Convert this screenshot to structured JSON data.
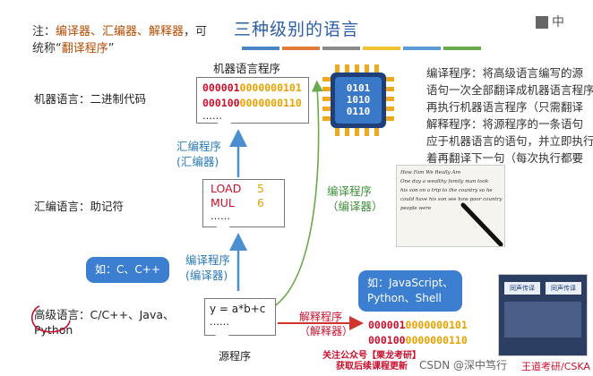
{
  "note": {
    "prefix": "注：",
    "terms": "编译器、汇编器、解释器",
    "suffix": "，可统称“",
    "umbrella": "翻译程序",
    "close": "”"
  },
  "title": "三种级别的语言",
  "accent_bars": [
    "#4a86c5",
    "#e07b39",
    "#8a8a8a",
    "#f2c230",
    "#5a9bd5",
    "#6aaa4b"
  ],
  "logo_text": "中",
  "levels": {
    "machine": "机器语言：二进制代码",
    "assembly": "汇编语言：助记符",
    "high": "高级语言：C/C++、Java、Python"
  },
  "machine_doc": {
    "heading": "机器语言程序",
    "rows": [
      {
        "a": "000001",
        "b": "0000000101"
      },
      {
        "a": "000100",
        "b": "0000000110"
      }
    ],
    "ellipsis": "……"
  },
  "chip_bits": [
    "0101",
    "1010",
    "0110"
  ],
  "asm_doc": {
    "rows": [
      {
        "op": "LOAD",
        "arg": "5"
      },
      {
        "op": "MUL",
        "arg": "6"
      }
    ],
    "ellipsis": "……"
  },
  "src_doc": {
    "line": "y = a*b+c",
    "ellipsis": "……",
    "caption": "源程序"
  },
  "labels": {
    "assembler": "汇编程序\n(汇编器)",
    "compiler_mid": "编译程序\n(编译器)",
    "compiler_right": "编译程序\n（编译器）",
    "interpreter": "解释程序\n（解释器）"
  },
  "callouts": {
    "left": "如：C、C++",
    "right": "如：JavaScript、\nPython、Shell"
  },
  "interp_output": {
    "rows": [
      {
        "a": "000001",
        "b": "0000000101"
      },
      {
        "a": "000100",
        "b": "0000000110"
      }
    ]
  },
  "desc": [
    "编译程序：将高级语言编写的源",
    "语句一次全部翻译成机器语言程序",
    "再执行机器语言程序（只需翻译",
    "解释程序：将源程序的一条语句",
    "应于机器语言的语句，并立即执行",
    "着再翻译下一句（每次执行都要"
  ],
  "promo": {
    "line1": "关注公众号【栗龙考研】",
    "line2": "获取后续课程更新"
  },
  "handwriting": [
    "How Fam We Really Are",
    "One day a wealthy family man took",
    "his son on a trip to the country so he",
    "could have his son see how poor country",
    "people were"
  ],
  "photo_sign": [
    "同声传译",
    "同声传译"
  ],
  "watermark": "CSDN @深中笃行",
  "overlay": "王道考研/CSKA"
}
